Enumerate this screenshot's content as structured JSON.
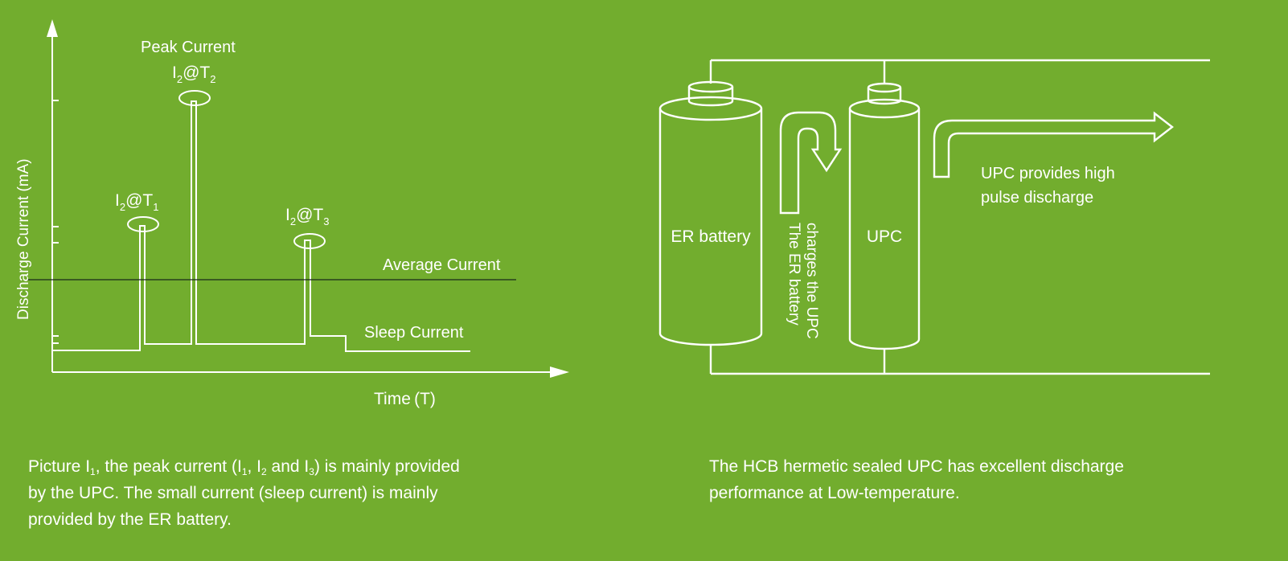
{
  "colors": {
    "background": "#72ad2e",
    "foreground": "#ffffff",
    "average_line": "#1a2a1a"
  },
  "left_diagram": {
    "y_axis_label": "Discharge Current (mA)",
    "x_axis_label": "Time (T)",
    "peak_title": "Peak Current",
    "peaks": [
      {
        "base": "I",
        "sub1": "2",
        "mid": "@T",
        "sub2": "1"
      },
      {
        "base": "I",
        "sub1": "2",
        "mid": "@T",
        "sub2": "2"
      },
      {
        "base": "I",
        "sub1": "2",
        "mid": "@T",
        "sub2": "3"
      }
    ],
    "average_label": "Average Current",
    "sleep_label": "Sleep Current"
  },
  "right_diagram": {
    "battery_label": "ER battery",
    "upc_label": "UPC",
    "charge_text_line1": "The ER battery",
    "charge_text_line2": "charges the UPC",
    "pulse_text_line1": "UPC provides high",
    "pulse_text_line2": "pulse discharge"
  },
  "captions": {
    "left": {
      "p1": "Picture I",
      "s1": "1",
      "p2": ", the peak current (I",
      "s2": "1",
      "p3": ", I",
      "s3": "2",
      "p4": " and I",
      "s4": "3",
      "p5": ") is mainly provided",
      "line2": "by the UPC. The small current (sleep current) is mainly",
      "line3": "provided by the ER battery."
    },
    "right": {
      "line1": "The HCB hermetic sealed UPC has excellent discharge",
      "line2": "performance at Low-temperature."
    }
  }
}
